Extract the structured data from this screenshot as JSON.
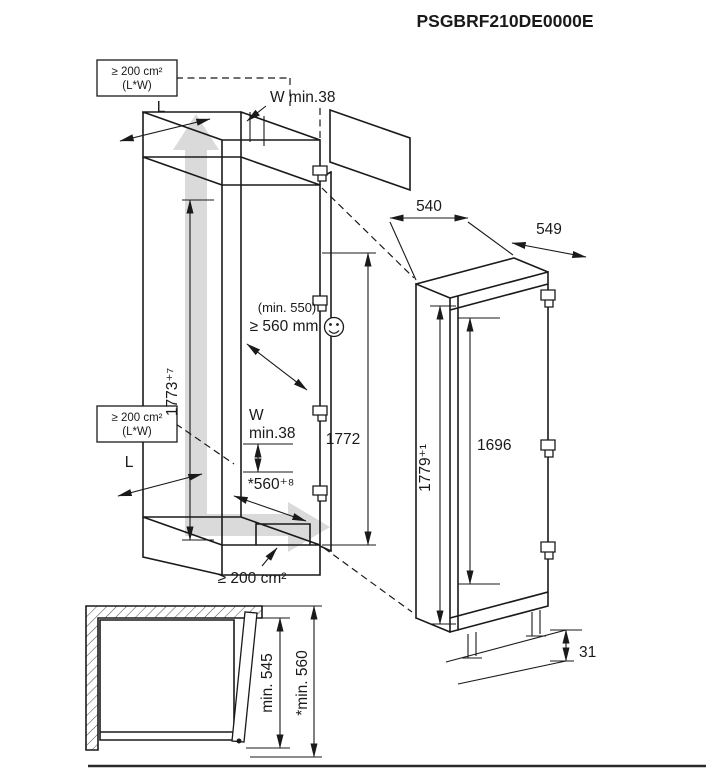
{
  "title": "PSGBRF210DE0000E",
  "colors": {
    "line": "#1a1a1a",
    "airflow": "#dadada",
    "background": "#ffffff"
  },
  "icons": {
    "smiley": "happy-face-icon"
  },
  "niche_view": {
    "vent_top_line1": "≥ 200 cm²",
    "vent_top_line2": "(L*W)",
    "dim_L_top": "L",
    "dim_wall_top": "W min.38",
    "dim_height_outer": "1773⁺⁷",
    "note_width_small": "(min. 550)",
    "note_width": "≥ 560 mm",
    "dim_wall_mid_w": "W",
    "dim_wall_mid_min": "min.38",
    "dim_height_inner": "1772",
    "vent_mid_line1": "≥ 200 cm²",
    "vent_mid_line2": "(L*W)",
    "dim_L_bottom": "L",
    "dim_width_bottom": "*560⁺⁸",
    "vent_bottom": "≥ 200 cm²"
  },
  "appliance_view": {
    "dim_width": "540",
    "dim_depth": "549",
    "dim_height_total": "1779⁺¹",
    "dim_height_door": "1696",
    "dim_feet": "31"
  },
  "plan_view": {
    "dim_min_depth": "min. 545",
    "dim_min_depth_star": "*min. 560"
  }
}
